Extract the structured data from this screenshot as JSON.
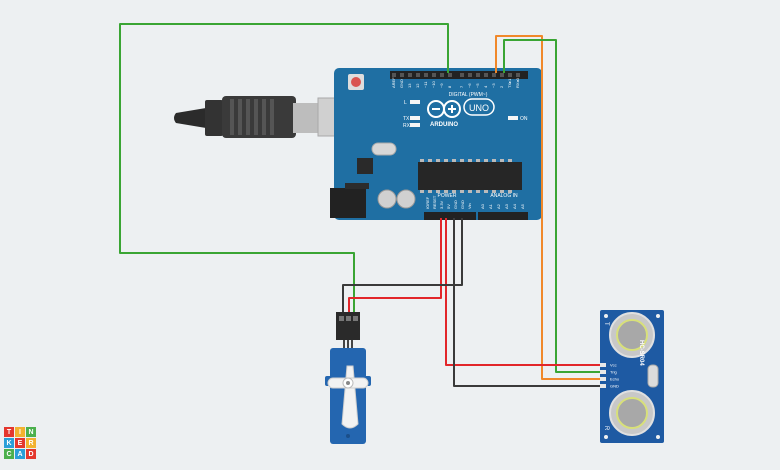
{
  "arduino": {
    "brand": "ARDUINO",
    "model": "UNO",
    "digital_label": "DIGITAL (PWM~)",
    "analog_label": "ANALOG IN",
    "power_label": "POWER",
    "led_l": "L",
    "led_tx": "TX",
    "led_rx": "RX",
    "led_on": "ON",
    "digital_pins": [
      "AREF",
      "GND",
      "13",
      "12",
      "~11",
      "~10",
      "~9",
      "8",
      "7",
      "~6",
      "~5",
      "4",
      "~3",
      "2",
      "TX▸1",
      "RX◂0"
    ],
    "power_pins": [
      "IOREF",
      "RESET",
      "3.3V",
      "5V",
      "GND",
      "GND",
      "Vin"
    ],
    "analog_pins": [
      "A0",
      "A1",
      "A2",
      "A3",
      "A4",
      "A5"
    ]
  },
  "sensor": {
    "model": "HC-SR04",
    "pins": [
      "Vcc",
      "Trig",
      "Echo",
      "GND"
    ],
    "mark_left": "T",
    "mark_right": "R"
  },
  "logo": [
    "T",
    "I",
    "N",
    "K",
    "E",
    "R",
    "C",
    "A",
    "D"
  ],
  "colors": {
    "background": "#edf0f2",
    "board": "#1f6fa3",
    "wire_green": "#3aa534",
    "wire_orange": "#f0882a",
    "wire_red": "#e2262a",
    "wire_black": "#3a3a3a",
    "servo": "#2466b0",
    "logo": [
      "#e4372e",
      "#f2b230",
      "#4bb04d",
      "#2a9fd8",
      "#e4372e",
      "#f2b230",
      "#4bb04d",
      "#2a9fd8",
      "#e4372e"
    ]
  }
}
